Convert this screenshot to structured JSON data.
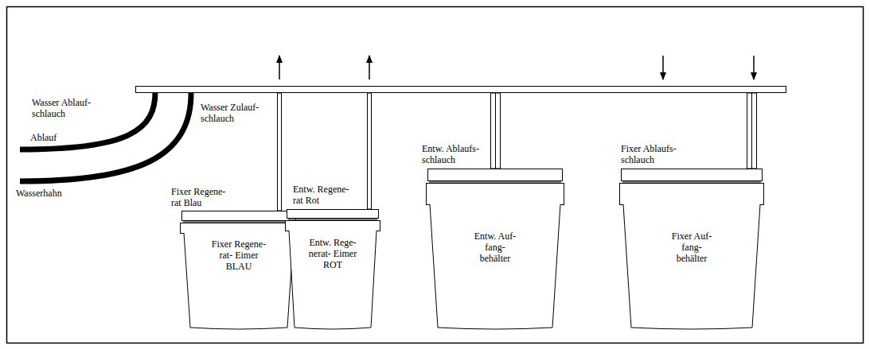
{
  "diagram": {
    "nodes": [
      {
        "text": [
          "Fixer Regene- rat Blau",
          "Fixer Regene- rat- Eimer BLAU"
        ]
      },
      {
        "text": [
          "Entw. Regene- rat Rot",
          "Entw. Rege- nerat- Eimer ROT"
        ]
      },
      {
        "text": [
          "Entw. Ablaufs- schlauch",
          "Entw. Auf- fang- behälter"
        ]
      },
      {
        "text": [
          "Fixer Ablaufs- schlauch",
          "Fixer Auf- fang- behälter"
        ]
      }
    ],
    "labels": [
      "Wasser Ablauf- schlauch",
      "Wasser Zulauf-schlauch",
      "Ablauf",
      "Wasserhahn"
    ]
  }
}
